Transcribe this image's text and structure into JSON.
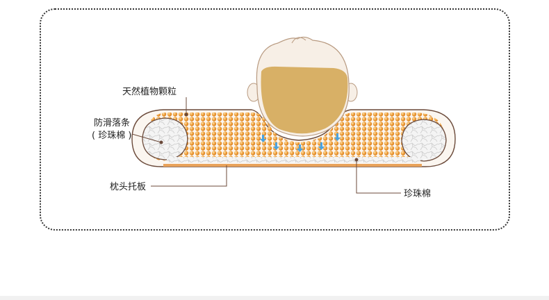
{
  "labels": {
    "plant_granules": "天然植物颗粒",
    "anti_slip_line1": "防滑落条",
    "anti_slip_line2": "( 珍珠棉 )",
    "pillow_plate": "枕头托板",
    "pearl_cotton": "珍珠棉"
  },
  "colors": {
    "bead": "#eb9a34",
    "bead_highlight": "#fbd38f",
    "head": "#d8b066",
    "frame": "#333333",
    "arrow": "#4aa3e0",
    "board": "#e8a25a"
  }
}
